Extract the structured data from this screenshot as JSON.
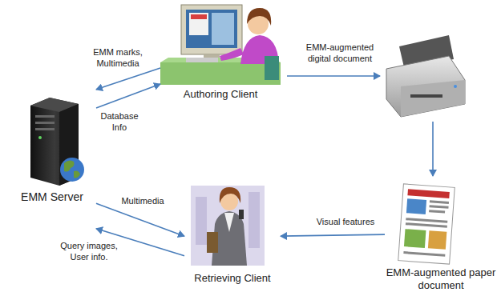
{
  "diagram": {
    "nodes": [
      {
        "text": [
          "EMM Server"
        ]
      },
      {
        "text": [
          "Authoring Client"
        ]
      },
      {
        "text": [
          "Retrieving Client"
        ]
      },
      {
        "text": [
          "EMM-augmented paper document"
        ]
      }
    ],
    "edges": [
      {
        "from": 1,
        "to": 0,
        "label": "EMM marks, Multimedia",
        "arrow": "to"
      },
      {
        "from": 0,
        "to": 1,
        "label": "Database Info",
        "arrow": "to"
      },
      {
        "from": 0,
        "to": 2,
        "label": "Multimedia",
        "arrow": "to"
      },
      {
        "from": 2,
        "to": 0,
        "label": "Query images, User info.",
        "arrow": "to"
      },
      {
        "from": 3,
        "to": 2,
        "label": "Visual features",
        "arrow": "to"
      }
    ],
    "labels": [
      "EMM-augmented digital document"
    ]
  }
}
